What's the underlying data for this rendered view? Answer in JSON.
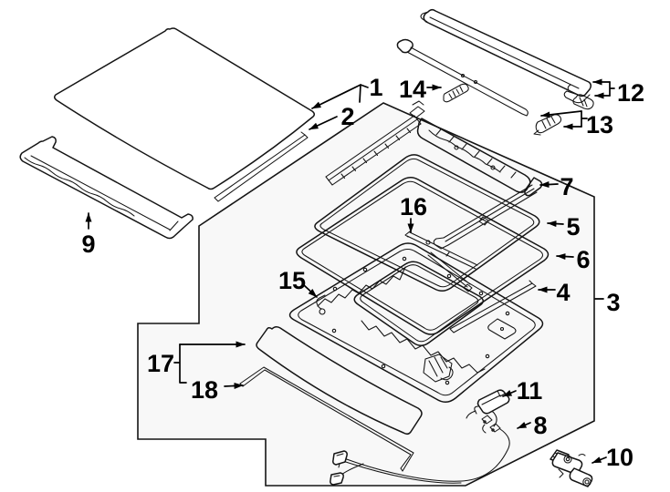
{
  "figure": {
    "kind": "exploded-parts-diagram",
    "callout_count": 18
  },
  "colors": {
    "background": "#ffffff",
    "region_fill": "#f8f8f8",
    "line": "#141414",
    "label": "#000000"
  },
  "callouts": {
    "c1": "1",
    "c2": "2",
    "c3": "3",
    "c4": "4",
    "c5": "5",
    "c6": "6",
    "c7": "7",
    "c8": "8",
    "c9": "9",
    "c10": "10",
    "c11": "11",
    "c12": "12",
    "c13": "13",
    "c14": "14",
    "c15": "15",
    "c16": "16",
    "c17": "17",
    "c18": "18"
  }
}
